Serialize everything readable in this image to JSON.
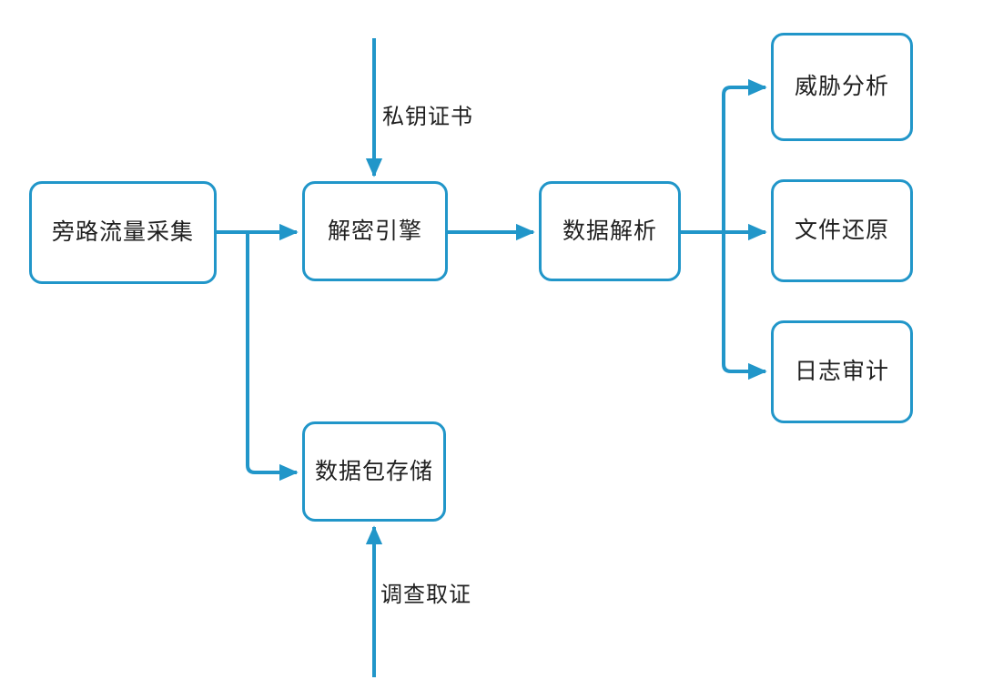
{
  "diagram": {
    "type": "flowchart",
    "orientation": "left-to-right",
    "accent_color": "#2196c9",
    "text_color": "#1f1f1f",
    "background_color": "#ffffff",
    "nodes": [
      {
        "id": "capture",
        "label": "旁路流量采集"
      },
      {
        "id": "decrypt",
        "label": "解密引擎"
      },
      {
        "id": "parse",
        "label": "数据解析"
      },
      {
        "id": "threat",
        "label": "威胁分析"
      },
      {
        "id": "file",
        "label": "文件还原"
      },
      {
        "id": "log",
        "label": "日志审计"
      },
      {
        "id": "storage",
        "label": "数据包存储"
      }
    ],
    "edge_labels": [
      {
        "id": "key",
        "label": "私钥证书"
      },
      {
        "id": "forensic",
        "label": "调查取证"
      }
    ],
    "edges": [
      {
        "from": "capture",
        "to": "decrypt"
      },
      {
        "from": "capture",
        "to": "storage"
      },
      {
        "from": "decrypt",
        "to": "parse"
      },
      {
        "from": "parse",
        "to": "threat"
      },
      {
        "from": "parse",
        "to": "file"
      },
      {
        "from": "parse",
        "to": "log"
      },
      {
        "from": "external-key",
        "to": "decrypt",
        "label": "私钥证书"
      },
      {
        "from": "external-forensic",
        "to": "storage",
        "label": "调查取证"
      }
    ]
  }
}
